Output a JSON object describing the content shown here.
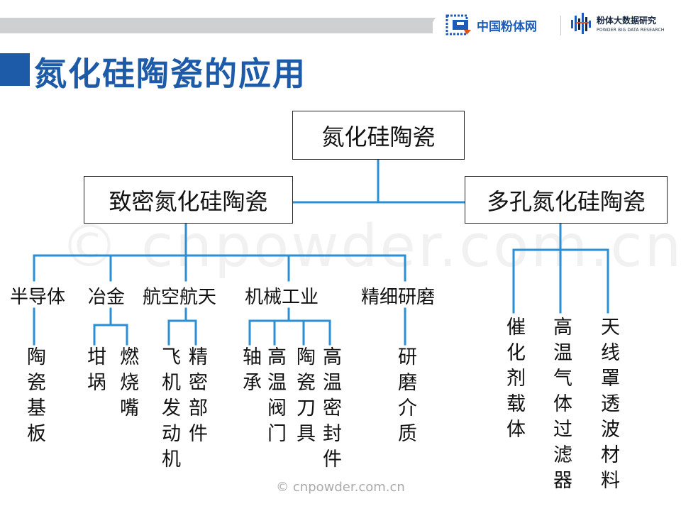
{
  "header": {
    "logo1_text": "中国粉体网",
    "logo2_cn": "粉体大数据研究",
    "logo2_en": "POWDER BIG DATA RESEARCH"
  },
  "title": "氮化硅陶瓷的应用",
  "root": "氮化硅陶瓷",
  "branches": {
    "dense": "致密氮化硅陶瓷",
    "porous": "多孔氮化硅陶瓷"
  },
  "dense_categories": [
    {
      "label": "半导体",
      "items": [
        "陶瓷基板"
      ]
    },
    {
      "label": "冶金",
      "items": [
        "坩埚",
        "燃烧嘴"
      ]
    },
    {
      "label": "航空航天",
      "items": [
        "飞机发动机",
        "精密部件"
      ]
    },
    {
      "label": "机械工业",
      "items": [
        "轴承",
        "高温阀门",
        "陶瓷刀具",
        "高温密封件"
      ]
    },
    {
      "label": "精细研磨",
      "items": [
        "研磨介质"
      ]
    }
  ],
  "porous_items": [
    "催化剂载体",
    "高温气体过滤器",
    "天线罩透波材料"
  ],
  "watermark": "© cnpowder.com.cn",
  "colors": {
    "accent": "#1d5ba8",
    "line": "#2b8fd6"
  },
  "icons": [
    "cnpowder-logo-icon",
    "powder-data-logo-icon"
  ]
}
